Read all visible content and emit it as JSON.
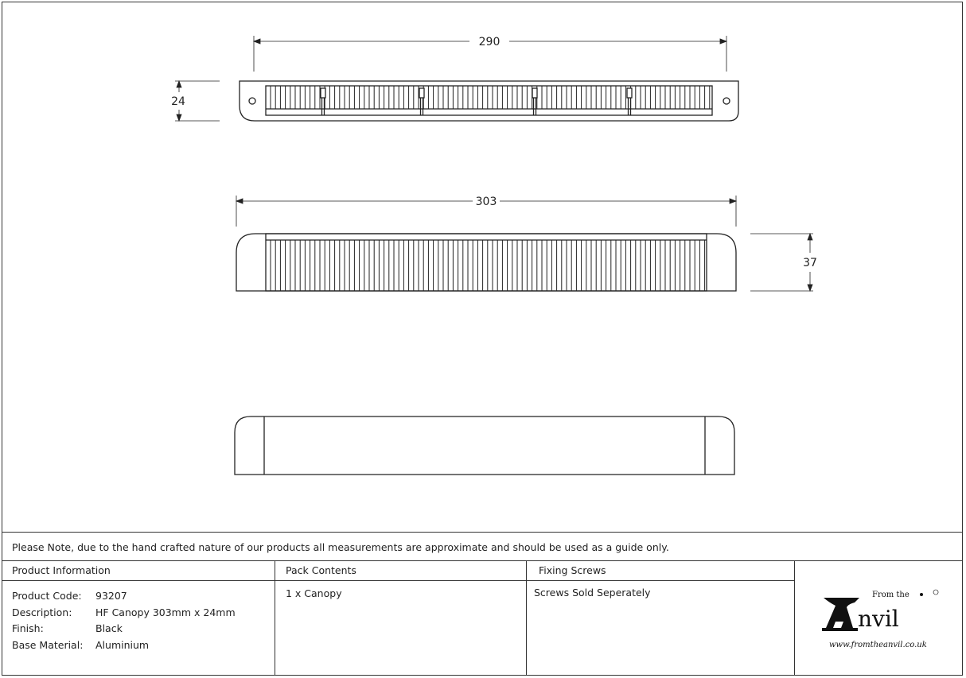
{
  "dimensions": {
    "top_width": "290",
    "top_height": "24",
    "middle_width": "303",
    "middle_height": "37"
  },
  "note": "Please Note, due to the hand crafted nature of our products all measurements are approximate and should be used as a guide only.",
  "product_info": {
    "header": "Product Information",
    "rows": [
      {
        "label": "Product Code:",
        "value": "93207"
      },
      {
        "label": "Description:",
        "value": "HF Canopy 303mm x 24mm"
      },
      {
        "label": "Finish:",
        "value": "Black"
      },
      {
        "label": "Base Material:",
        "value": "Aluminium"
      }
    ]
  },
  "pack_contents": {
    "header": "Pack Contents",
    "value": "1 x Canopy"
  },
  "fixing_screws": {
    "header": "Fixing Screws",
    "value": "Screws Sold Seperately"
  },
  "logo": {
    "line1": "From the",
    "line2": "Anvil",
    "url": "www.fromtheanvil.co.uk"
  }
}
